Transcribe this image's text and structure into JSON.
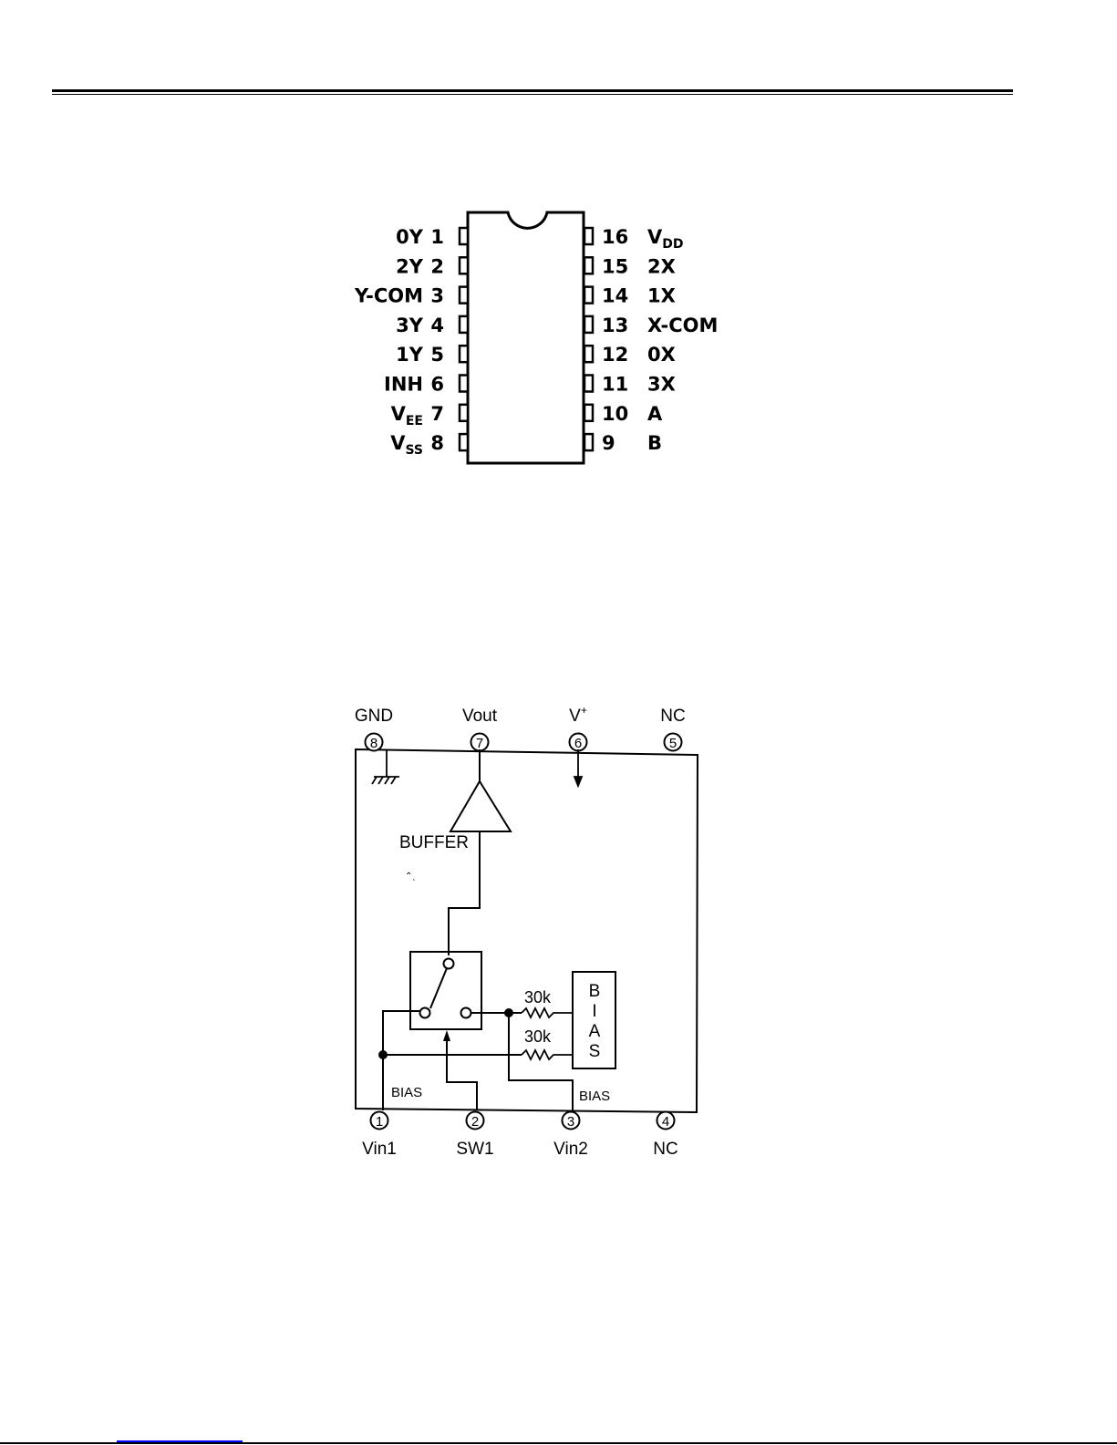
{
  "colors": {
    "ink": "#000000",
    "link": "#0000ff",
    "paper": "#ffffff"
  },
  "pinout": {
    "left_pins": [
      {
        "num": "1",
        "label": "0Y",
        "sub": ""
      },
      {
        "num": "2",
        "label": "2Y",
        "sub": ""
      },
      {
        "num": "3",
        "label": "Y-COM",
        "sub": ""
      },
      {
        "num": "4",
        "label": "3Y",
        "sub": ""
      },
      {
        "num": "5",
        "label": "1Y",
        "sub": ""
      },
      {
        "num": "6",
        "label": "INH",
        "sub": ""
      },
      {
        "num": "7",
        "label": "V",
        "sub": "EE"
      },
      {
        "num": "8",
        "label": "V",
        "sub": "SS"
      }
    ],
    "right_pins": [
      {
        "num": "16",
        "label": "V",
        "sub": "DD"
      },
      {
        "num": "15",
        "label": "2X",
        "sub": ""
      },
      {
        "num": "14",
        "label": "1X",
        "sub": ""
      },
      {
        "num": "13",
        "label": "X-COM",
        "sub": ""
      },
      {
        "num": "12",
        "label": "0X",
        "sub": ""
      },
      {
        "num": "11",
        "label": "3X",
        "sub": ""
      },
      {
        "num": "10",
        "label": "A",
        "sub": ""
      },
      {
        "num": "9",
        "label": "B",
        "sub": ""
      }
    ]
  },
  "block": {
    "top_pins": [
      {
        "num": "8",
        "label": "GND"
      },
      {
        "num": "7",
        "label": "Vout"
      },
      {
        "num": "6",
        "label": "V",
        "sup": "+"
      },
      {
        "num": "5",
        "label": "NC"
      }
    ],
    "bottom_pins": [
      {
        "num": "1",
        "label": "Vin1"
      },
      {
        "num": "2",
        "label": "SW1"
      },
      {
        "num": "3",
        "label": "Vin2"
      },
      {
        "num": "4",
        "label": "NC"
      }
    ],
    "buffer_label": "BUFFER",
    "bias_block_letters": [
      "B",
      "I",
      "A",
      "S"
    ],
    "resistor_top": "30k",
    "resistor_bottom": "30k",
    "bias_label_left": "BIAS",
    "bias_label_right": "BIAS"
  }
}
